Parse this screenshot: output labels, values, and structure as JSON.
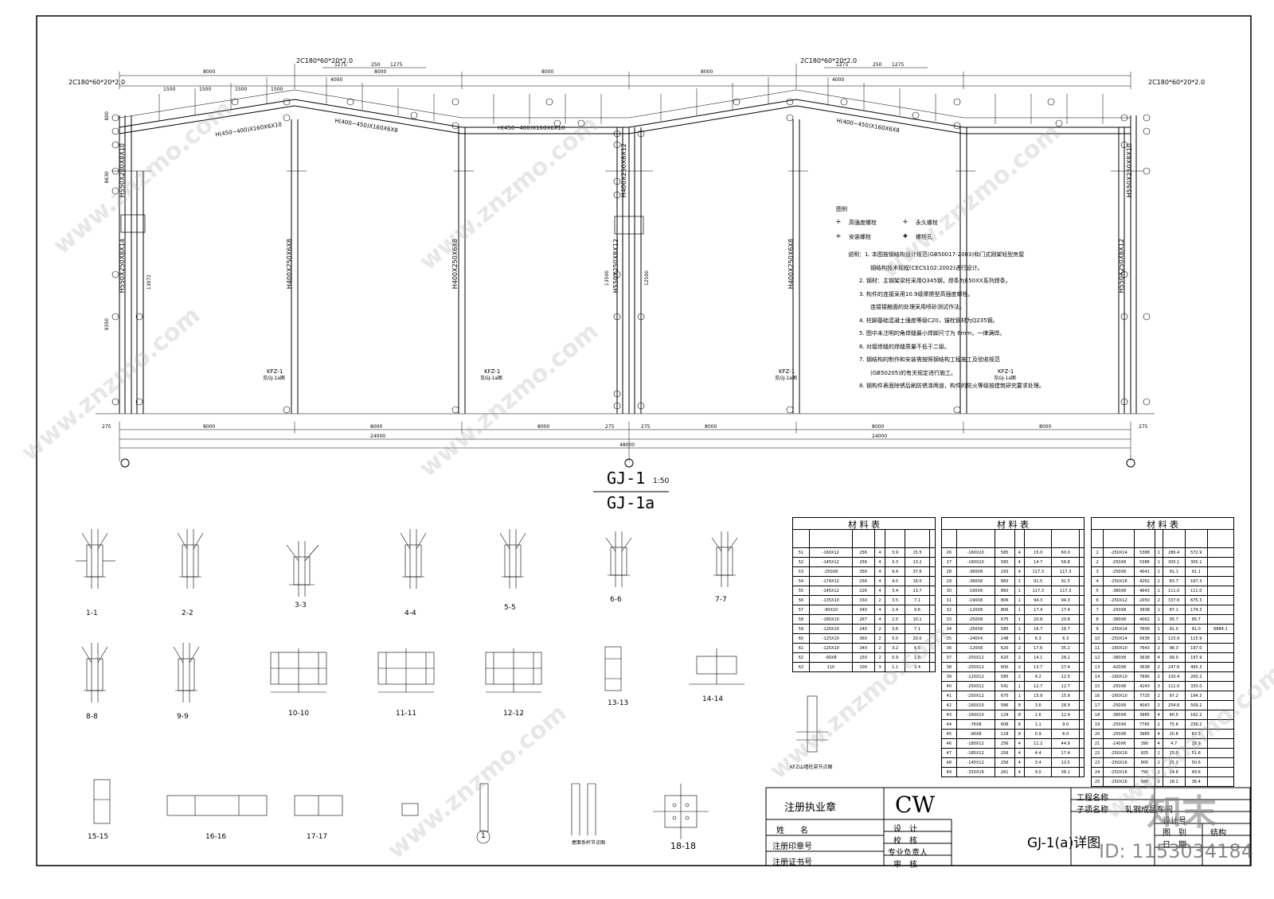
{
  "drawing": {
    "section_sizes": {
      "top_left": "2C180*60*20*2.0",
      "top_mid_left": "2C180*60*20*2.0",
      "top_mid_right": "2C180*60*20*2.0",
      "top_right": "2C180*60*20*2.0"
    },
    "top_dims": [
      "8000",
      "8000",
      "8000",
      "8000",
      "1275",
      "250",
      "1275",
      "1275",
      "250",
      "1275",
      "4000",
      "4000",
      "1500",
      "1500",
      "1500",
      "1500"
    ],
    "beams": [
      "H(450~400)X160X6X10",
      "H(400~450)X160X6X8",
      "H(450~400)X160X6X10",
      "H(400~450)X160X6X8"
    ],
    "columns": [
      "H550X250X8X14",
      "H400X250X6X8",
      "H550X250X8X12",
      "H400X250X6X8",
      "H550X250X8X12"
    ],
    "col_labels": [
      "H550X280X8X10",
      "H400X250X8X12",
      "H400X250X6X8",
      "H550X250X8X10"
    ],
    "heights": [
      "9350",
      "8630",
      "13072",
      "13500",
      "12500",
      "800"
    ],
    "kfz": [
      "KFZ-1",
      "KFZ-1",
      "KFZ-1",
      "KFZ-1"
    ],
    "kfz_sub": [
      "见GJ-1a图",
      "见GJ-1a图",
      "见GJ-1a图",
      "见GJ-1a图"
    ],
    "bottom_dims": [
      "8000",
      "8000",
      "8000",
      "8000",
      "8000",
      "8000"
    ],
    "span_dims": [
      "24000",
      "24000"
    ],
    "total_dim": "48000",
    "edge_dims": [
      "275",
      "275",
      "275",
      "275"
    ],
    "title_main": "GJ-1",
    "title_scale": "1:50",
    "title_sub": "GJ-1a"
  },
  "legend": {
    "title": "图例",
    "items": [
      "高强度螺栓",
      "永久螺栓",
      "安装螺栓",
      "螺栓孔"
    ]
  },
  "notes": [
    "说明：1. 本图按钢结构设计规范(GB50017-2003)和门式刚架轻型房屋",
    "钢结构技术规程(CECS102:2002)进行设计。",
    "2. 钢材：主钢架梁柱采用Q345钢，焊条为E50XX系列焊条。",
    "3. 构件的连接采用10.9级摩擦型高强度螺栓。",
    "连接接触面的处理采用喷砂测试作法。",
    "4. 柱脚基础混凝土强度等级C20，锚栓钢材为Q235钢。",
    "5. 图中未注明的角焊缝最小焊脚尺寸为 6mm，一律满焊。",
    "6. 对接焊缝的焊缝质量不低于二级。",
    "7. 钢结构的制作和安装需按照钢结构工程施工及验收规范",
    "(GB50205)的有关规定进行施工。",
    "8. 钢构件表面除锈后刷防锈漆两道，构件的防火等级按建筑研究要求处理。"
  ],
  "sections": [
    "1-1",
    "2-2",
    "3-3",
    "4-4",
    "5-5",
    "6-6",
    "7-7",
    "8-8",
    "9-9",
    "10-10",
    "11-11",
    "12-12",
    "13-13",
    "14-14",
    "15-15",
    "16-16",
    "17-17",
    "18-18",
    "1"
  ],
  "section_notes": {
    "kfz_detail": "KFZ山墙柱梁节点图",
    "brace_detail": "屋面系杆节点图"
  },
  "material_tables": {
    "title": "材  料  表",
    "table1_rows": [
      [
        "51",
        "-160X12",
        "256",
        "4",
        "3.9",
        "15.5"
      ],
      [
        "52",
        "-145X12",
        "256",
        "4",
        "3.3",
        "13.2"
      ],
      [
        "53",
        "-250X8",
        "356",
        "4",
        "9.4",
        "37.6"
      ],
      [
        "54",
        "-174X12",
        "256",
        "4",
        "4.0",
        "16.0"
      ],
      [
        "55",
        "-145X12",
        "226",
        "4",
        "3.4",
        "13.7"
      ],
      [
        "56",
        "-135X10",
        "330",
        "2",
        "3.5",
        "7.1"
      ],
      [
        "57",
        "-90X10",
        "340",
        "4",
        "2.4",
        "9.6"
      ],
      [
        "58",
        "-180X10",
        "267",
        "4",
        "2.5",
        "10.1"
      ],
      [
        "59",
        "-120X10",
        "240",
        "2",
        "3.6",
        "7.1"
      ],
      [
        "60",
        "-125X10",
        "360",
        "2",
        "5.0",
        "20.0"
      ],
      [
        "61",
        "-125X10",
        "340",
        "2",
        "3.2",
        "6.5"
      ],
      [
        "62",
        "-90X8",
        "150",
        "2",
        "0.9",
        "1.8"
      ],
      [
        "63",
        "110",
        "100",
        "3",
        "1.1",
        "3.4"
      ]
    ],
    "table2_rows": [
      [
        "26",
        "-160X20",
        "585",
        "4",
        "15.0",
        "60.0"
      ],
      [
        "27",
        "-160X20",
        "585",
        "4",
        "14.7",
        "58.8"
      ],
      [
        "28",
        "-360X8",
        "193",
        "4",
        "117.3",
        "117.3"
      ],
      [
        "29",
        "-360X8",
        "860",
        "1",
        "91.5",
        "91.5"
      ],
      [
        "30",
        "-160X8",
        "860",
        "1",
        "117.3",
        "117.3"
      ],
      [
        "31",
        "-190X8",
        "806",
        "1",
        "94.3",
        "94.3"
      ],
      [
        "32",
        "-120X8",
        "806",
        "1",
        "17.4",
        "17.4"
      ],
      [
        "33",
        "-250X8",
        "675",
        "1",
        "20.8",
        "20.8"
      ],
      [
        "34",
        "-250X8",
        "585",
        "1",
        "16.7",
        "16.7"
      ],
      [
        "35",
        "-240X4",
        "248",
        "1",
        "6.3",
        "6.3"
      ],
      [
        "36",
        "-120X8",
        "620",
        "2",
        "17.6",
        "35.2"
      ],
      [
        "37",
        "-250X12",
        "620",
        "2",
        "14.1",
        "28.2"
      ],
      [
        "38",
        "-250X12",
        "600",
        "2",
        "13.7",
        "27.4"
      ],
      [
        "39",
        "-120X12",
        "585",
        "2",
        "4.2",
        "12.5"
      ],
      [
        "40",
        "-250X12",
        "541",
        "1",
        "12.7",
        "12.7"
      ],
      [
        "41",
        "-250X12",
        "675",
        "1",
        "15.9",
        "15.9"
      ],
      [
        "42",
        "-160X10",
        "586",
        "8",
        "3.6",
        "28.9"
      ],
      [
        "43",
        "-160X10",
        "129",
        "8",
        "1.6",
        "12.9"
      ],
      [
        "44",
        "-76X8",
        "608",
        "8",
        "1.1",
        "9.0"
      ],
      [
        "45",
        "-90X8",
        "118",
        "8",
        "0.9",
        "6.0"
      ],
      [
        "46",
        "-180X12",
        "256",
        "4",
        "11.2",
        "44.9"
      ],
      [
        "47",
        "-185X12",
        "256",
        "4",
        "4.4",
        "17.4"
      ],
      [
        "48",
        "-145X12",
        "256",
        "4",
        "3.4",
        "13.5"
      ],
      [
        "49",
        "-250X16",
        "261",
        "4",
        "9.0",
        "36.1"
      ]
    ],
    "table3_rows": [
      [
        "1",
        "-250X14",
        "5388",
        "1",
        "286.4",
        "572.9"
      ],
      [
        "2",
        "-250X8",
        "5388",
        "1",
        "305.1",
        "305.1"
      ],
      [
        "3",
        "-250X8",
        "4041",
        "1",
        "91.1",
        "91.1"
      ],
      [
        "4",
        "-250X16",
        "4262",
        "2",
        "83.7",
        "167.3"
      ],
      [
        "5",
        "-380X8",
        "4643",
        "1",
        "111.0",
        "111.0"
      ],
      [
        "6",
        "-250X12",
        "2050",
        "2",
        "337.6",
        "675.3"
      ],
      [
        "7",
        "-250X8",
        "3938",
        "1",
        "87.1",
        "174.3"
      ],
      [
        "8",
        "-380X8",
        "4062",
        "1",
        "95.7",
        "95.7"
      ],
      [
        "9",
        "-250X14",
        "7600",
        "1",
        "91.0",
        "91.0"
      ],
      [
        "10",
        "-250X14",
        "5638",
        "1",
        "115.9",
        "115.9"
      ],
      [
        "11",
        "-160X10",
        "7643",
        "2",
        "98.3",
        "197.0"
      ],
      [
        "12",
        "-380X8",
        "3638",
        "4",
        "99.0",
        "197.9"
      ],
      [
        "13",
        "-420X8",
        "3638",
        "2",
        "247.6",
        "495.3"
      ],
      [
        "14",
        "-160X10",
        "7890",
        "2",
        "100.4",
        "200.2"
      ],
      [
        "15",
        "-250X8",
        "4243",
        "3",
        "111.0",
        "333.0"
      ],
      [
        "16",
        "-160X10",
        "7725",
        "2",
        "97.2",
        "194.3"
      ],
      [
        "17",
        "-250X8",
        "4043",
        "2",
        "254.6",
        "509.2"
      ],
      [
        "18",
        "-380X8",
        "3985",
        "4",
        "40.5",
        "162.2"
      ],
      [
        "19",
        "-250X8",
        "7765",
        "2",
        "75.6",
        "239.2"
      ],
      [
        "20",
        "-250X8",
        "3985",
        "4",
        "20.8",
        "83.3"
      ],
      [
        "21",
        "-140X6",
        "390",
        "4",
        "4.7",
        "18.9"
      ],
      [
        "22",
        "-250X16",
        "825",
        "2",
        "25.9",
        "51.8"
      ],
      [
        "23",
        "-250X16",
        "805",
        "2",
        "25.3",
        "50.6"
      ],
      [
        "24",
        "-250X16",
        "790",
        "2",
        "24.8",
        "49.6"
      ],
      [
        "25",
        "-250X16",
        "586",
        "2",
        "18.2",
        "36.4"
      ]
    ],
    "table3_total": "6884.1"
  },
  "title_block": {
    "seal_label": "注册执业章",
    "name_label": "姓　　名",
    "seal_no_label": "注册印章号",
    "cert_no_label": "注册证书号",
    "logo": "CW",
    "design": "设　计",
    "check": "校　核",
    "lead": "专业负责人",
    "review": "审　核",
    "project_label": "工程名称",
    "subitem_label": "子项名称",
    "subitem_value": "轧钢成品车间",
    "drawing_title": "GJ-1(a)详图",
    "design_no": "设计号",
    "category": "图　别",
    "category_value": "结构",
    "date": "日　期"
  },
  "watermark": {
    "site": "www.znzmo.com",
    "brand": "知末",
    "id_text": "ID: 1153034184"
  }
}
